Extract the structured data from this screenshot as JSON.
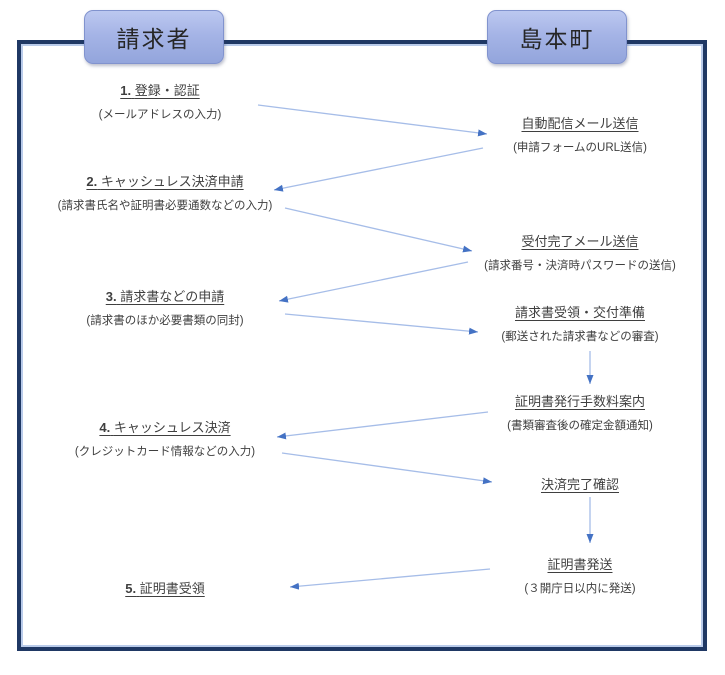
{
  "colors": {
    "frame_border": "#1F3864",
    "frame_inner_line": "#B9CBEA",
    "header_fill_top": "#BCC8F0",
    "header_fill_bottom": "#93A5DC",
    "header_border": "#8193CE",
    "arrow_line": "#A6BDE8",
    "arrow_head": "#4472C4",
    "text": "#3F3F3F"
  },
  "headers": {
    "left": "請求者",
    "right": "島本町"
  },
  "left_steps": [
    {
      "num": "1.",
      "title": "登録・認証",
      "subtitle": "(メールアドレスの入力)"
    },
    {
      "num": "2.",
      "title": "キャッシュレス決済申請",
      "subtitle": "(請求書氏名や証明書必要通数などの入力)"
    },
    {
      "num": "3.",
      "title": "請求書などの申請",
      "subtitle": "(請求書のほか必要書類の同封)"
    },
    {
      "num": "4.",
      "title": "キャッシュレス決済",
      "subtitle": "(クレジットカード情報などの入力)"
    },
    {
      "num": "5.",
      "title": "証明書受領"
    }
  ],
  "right_steps": [
    {
      "title": "自動配信メール送信",
      "subtitle": "(申請フォームのURL送信)"
    },
    {
      "title": "受付完了メール送信",
      "subtitle": "(請求番号・決済時パスワードの送信)"
    },
    {
      "title": "請求書受領・交付準備",
      "subtitle": "(郵送された請求書などの審査)"
    },
    {
      "title": "証明書発行手数料案内",
      "subtitle": "(書類審査後の確定金額通知)"
    },
    {
      "title": "決済完了確認"
    },
    {
      "title": "証明書発送",
      "subtitle": "(３開庁日以内に発送)"
    }
  ],
  "connections": [
    {
      "from": "1. 登録・認証",
      "to": "自動配信メール送信"
    },
    {
      "from": "自動配信メール送信",
      "to": "2. キャッシュレス決済申請"
    },
    {
      "from": "2. キャッシュレス決済申請",
      "to": "受付完了メール送信"
    },
    {
      "from": "受付完了メール送信",
      "to": "3. 請求書などの申請"
    },
    {
      "from": "3. 請求書などの申請",
      "to": "請求書受領・交付準備"
    },
    {
      "from": "請求書受領・交付準備",
      "to": "証明書発行手数料案内"
    },
    {
      "from": "証明書発行手数料案内",
      "to": "4. キャッシュレス決済"
    },
    {
      "from": "4. キャッシュレス決済",
      "to": "決済完了確認"
    },
    {
      "from": "決済完了確認",
      "to": "証明書発送"
    },
    {
      "from": "証明書発送",
      "to": "5. 証明書受領"
    }
  ]
}
